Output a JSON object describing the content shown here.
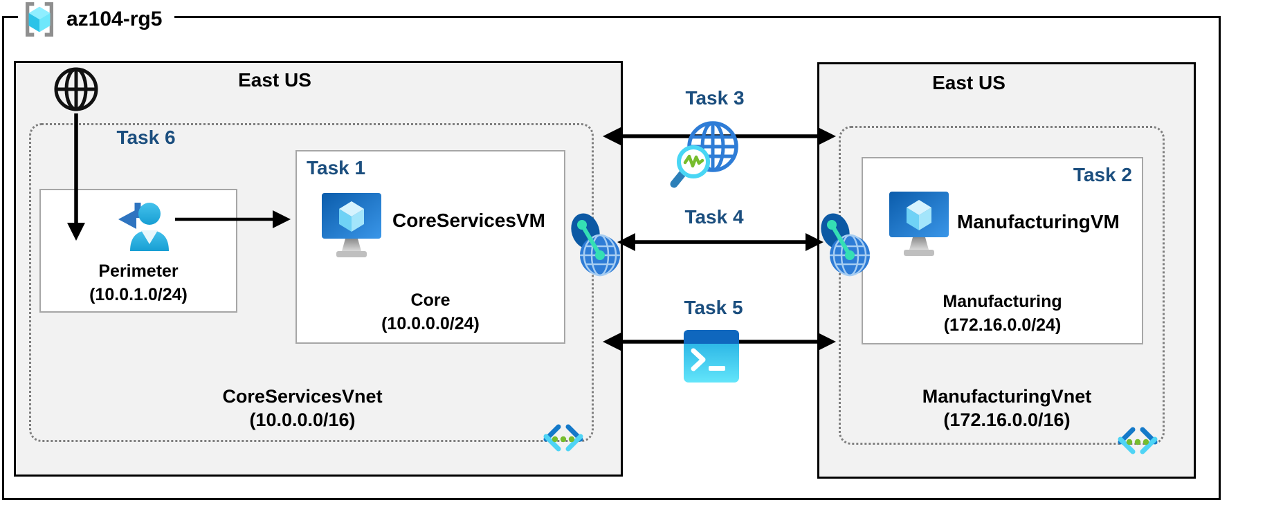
{
  "resource_group": {
    "name": "az104-rg5"
  },
  "left_region": {
    "title": "East US",
    "task6_label": "Task 6",
    "perimeter": {
      "name": "Perimeter",
      "cidr": "(10.0.1.0/24)"
    },
    "task1_label": "Task 1",
    "core_vm_name": "CoreServicesVM",
    "core_subnet": {
      "name": "Core",
      "cidr": "(10.0.0.0/24)"
    },
    "vnet": {
      "name": "CoreServicesVnet",
      "cidr": "(10.0.0.0/16)"
    }
  },
  "right_region": {
    "title": "East US",
    "task2_label": "Task 2",
    "vm_name": "ManufacturingVM",
    "subnet": {
      "name": "Manufacturing",
      "cidr": "(172.16.0.0/24)"
    },
    "vnet": {
      "name": "ManufacturingVnet",
      "cidr": "(172.16.0.0/16)"
    }
  },
  "connections": {
    "task3_label": "Task 3",
    "task4_label": "Task 4",
    "task5_label": "Task 5"
  },
  "icons": {
    "resource_group": "azure-resource-group-icon",
    "internet": "globe-icon",
    "perimeter_user": "user-sign-in-icon",
    "virtual_machine": "virtual-machine-icon",
    "virtual_network": "virtual-network-icon",
    "peering": "vnet-peering-icon",
    "network_watcher": "network-watcher-icon",
    "cloud_shell": "cloud-shell-icon"
  },
  "colors": {
    "task_label": "#1b4e7e",
    "region_fill": "#f2f2f2",
    "region_border": "#000000",
    "box_border": "#a6a6a6",
    "dotted_border": "#7f7f7f",
    "arrow": "#000000",
    "azure_blue": "#1272c8",
    "azure_cyan": "#50e6ff",
    "green": "#76bc2d",
    "teal": "#35dfb4"
  }
}
